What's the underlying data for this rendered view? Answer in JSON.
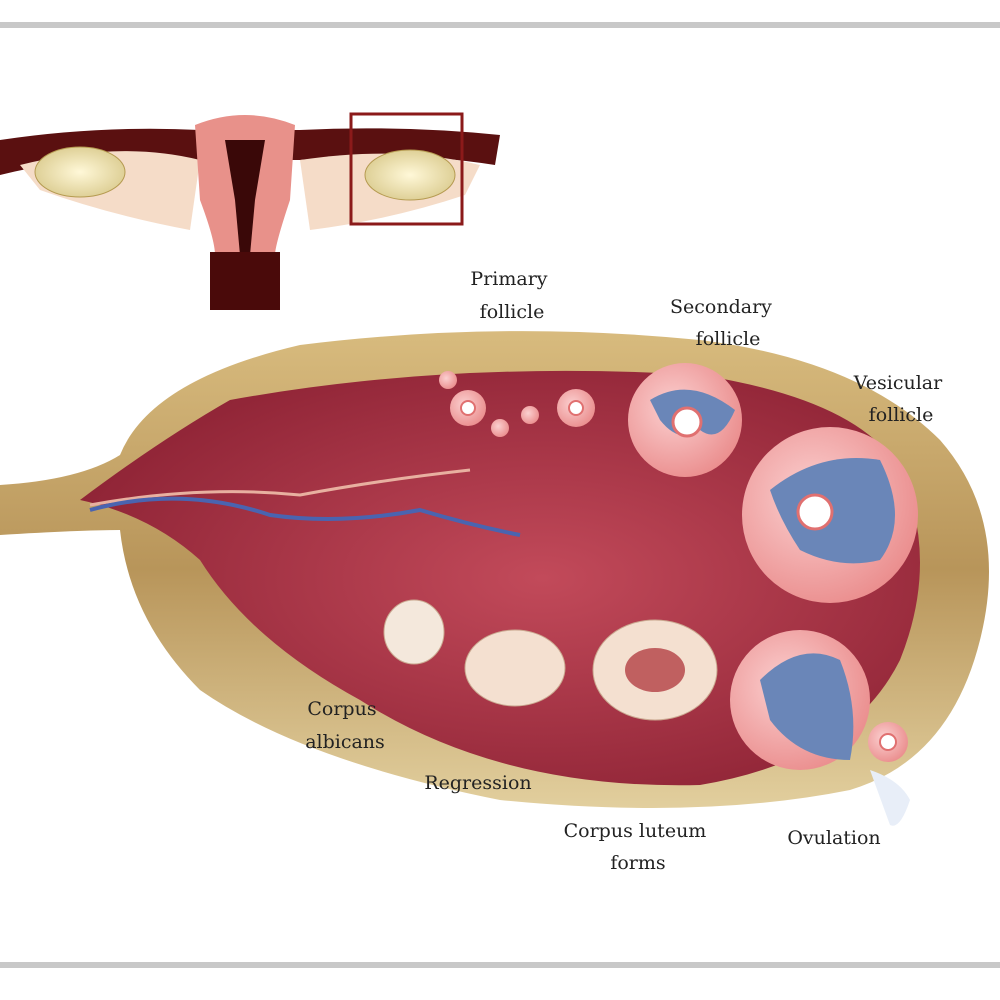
{
  "labels": {
    "primary_follicle": [
      "Primary",
      "follicle"
    ],
    "secondary_follicle": [
      "Secondary",
      "follicle"
    ],
    "vesicular_follicle": [
      "Vesicular",
      "follicle"
    ],
    "corpus_albicans": [
      "Corpus",
      "albicans"
    ],
    "regression": "Regression",
    "corpus_luteum": [
      "Corpus luteum",
      "forms"
    ],
    "ovulation": "Ovulation"
  },
  "colors": {
    "border": "#c8c8c8",
    "ovary_capsule": "#c9a96a",
    "ovary_interior": "#a3303f",
    "follicle": "#f2a0a0",
    "antrum": "#6a86b8",
    "uterus": "#e8918a",
    "highlight_box": "#8b1a1a"
  }
}
